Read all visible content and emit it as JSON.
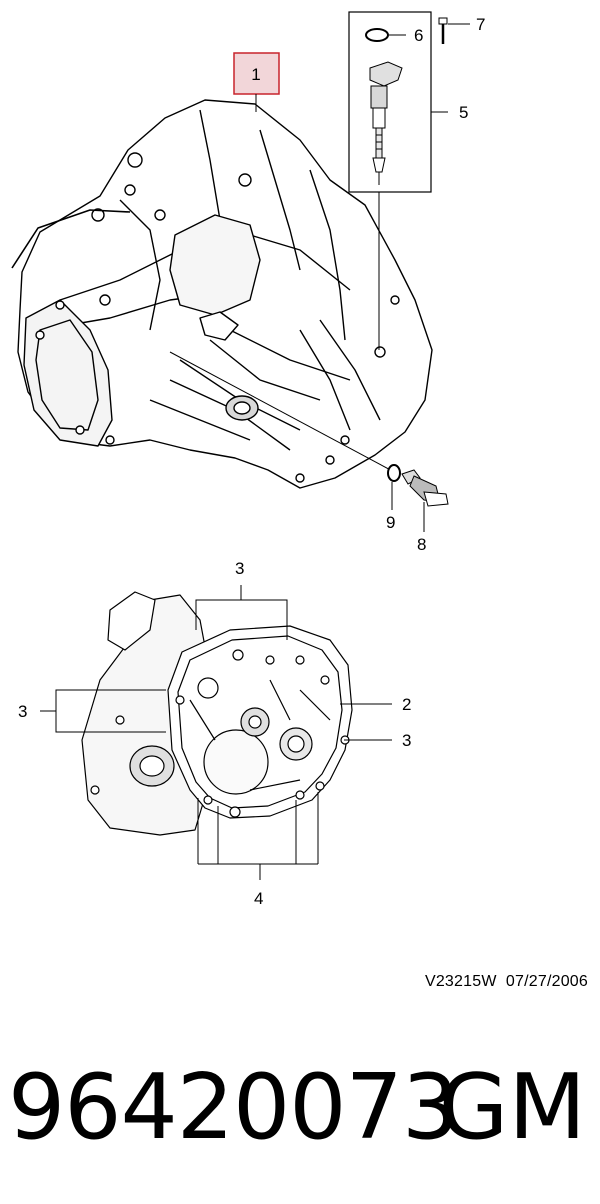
{
  "callouts": {
    "c1": "1",
    "c2": "2",
    "c3a": "3",
    "c3b": "3",
    "c3c": "3",
    "c4": "4",
    "c5": "5",
    "c6": "6",
    "c7": "7",
    "c8": "8",
    "c9": "9"
  },
  "footer": {
    "drawing_id": "V23215W",
    "drawing_date": "07/27/2006",
    "part_number": "96420073",
    "brand": "GM"
  },
  "colors": {
    "highlight_fill": "#f2d6d9",
    "highlight_stroke": "#c8232c",
    "line": "#000000",
    "shade": "#d8d8d8"
  }
}
